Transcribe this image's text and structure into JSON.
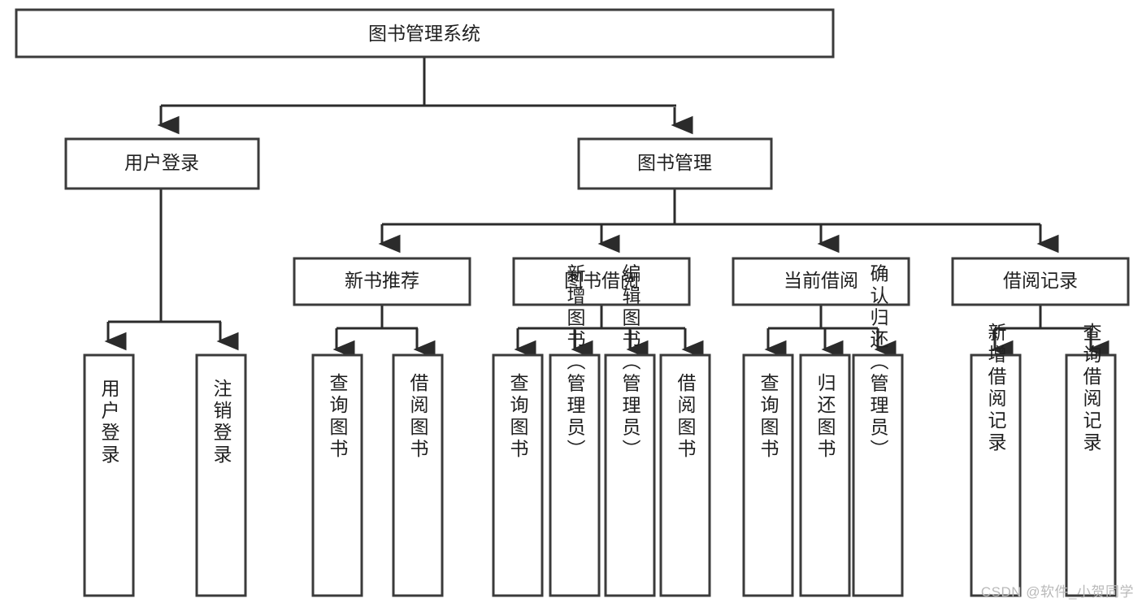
{
  "diagram": {
    "type": "tree",
    "title": "图书管理系统",
    "watermark": "CSDN @软件_小贺同学",
    "colors": {
      "box_stroke": "#3b3b3b",
      "box_fill": "#ffffff",
      "edge": "#2b2b2b",
      "text": "#1f1f1f",
      "watermark": "#b9b9b9",
      "background": "#ffffff"
    },
    "root": {
      "id": "root",
      "label": "图书管理系统",
      "orientation": "horizontal"
    },
    "level2": [
      {
        "id": "user-login",
        "label": "用户登录",
        "orientation": "horizontal"
      },
      {
        "id": "book-manage",
        "label": "图书管理",
        "orientation": "horizontal"
      }
    ],
    "level3": [
      {
        "id": "new-book-recommend",
        "label": "新书推荐",
        "orientation": "horizontal"
      },
      {
        "id": "book-borrow",
        "label": "图书借阅",
        "orientation": "horizontal"
      },
      {
        "id": "current-borrow",
        "label": "当前借阅",
        "orientation": "horizontal"
      },
      {
        "id": "borrow-record",
        "label": "借阅记录",
        "orientation": "horizontal"
      }
    ],
    "leaves": {
      "user_login": [
        {
          "id": "leaf-user-login",
          "label": "用户登录",
          "orientation": "vertical"
        },
        {
          "id": "leaf-logout-login",
          "label": "注销登录",
          "orientation": "vertical"
        }
      ],
      "new_book_recommend": [
        {
          "id": "leaf-query-book-1",
          "label": "查询图书",
          "orientation": "vertical"
        },
        {
          "id": "leaf-borrow-book-1",
          "label": "借阅图书",
          "orientation": "vertical"
        }
      ],
      "book_borrow": [
        {
          "id": "leaf-query-book-2",
          "label": "查询图书",
          "orientation": "vertical"
        },
        {
          "id": "leaf-add-book",
          "label": "新增图书（管理员）",
          "orientation": "vertical"
        },
        {
          "id": "leaf-edit-book",
          "label": "编辑图书（管理员）",
          "orientation": "vertical"
        },
        {
          "id": "leaf-borrow-book-2",
          "label": "借阅图书",
          "orientation": "vertical"
        }
      ],
      "current_borrow": [
        {
          "id": "leaf-query-book-3",
          "label": "查询图书",
          "orientation": "vertical"
        },
        {
          "id": "leaf-return-book",
          "label": "归还图书",
          "orientation": "vertical"
        },
        {
          "id": "leaf-confirm-return",
          "label": "确认归还（管理员）",
          "orientation": "vertical"
        }
      ],
      "borrow_record": [
        {
          "id": "leaf-add-record",
          "label": "新增借阅记录",
          "orientation": "vertical"
        },
        {
          "id": "leaf-query-record",
          "label": "查询借阅记录",
          "orientation": "vertical"
        }
      ]
    }
  }
}
